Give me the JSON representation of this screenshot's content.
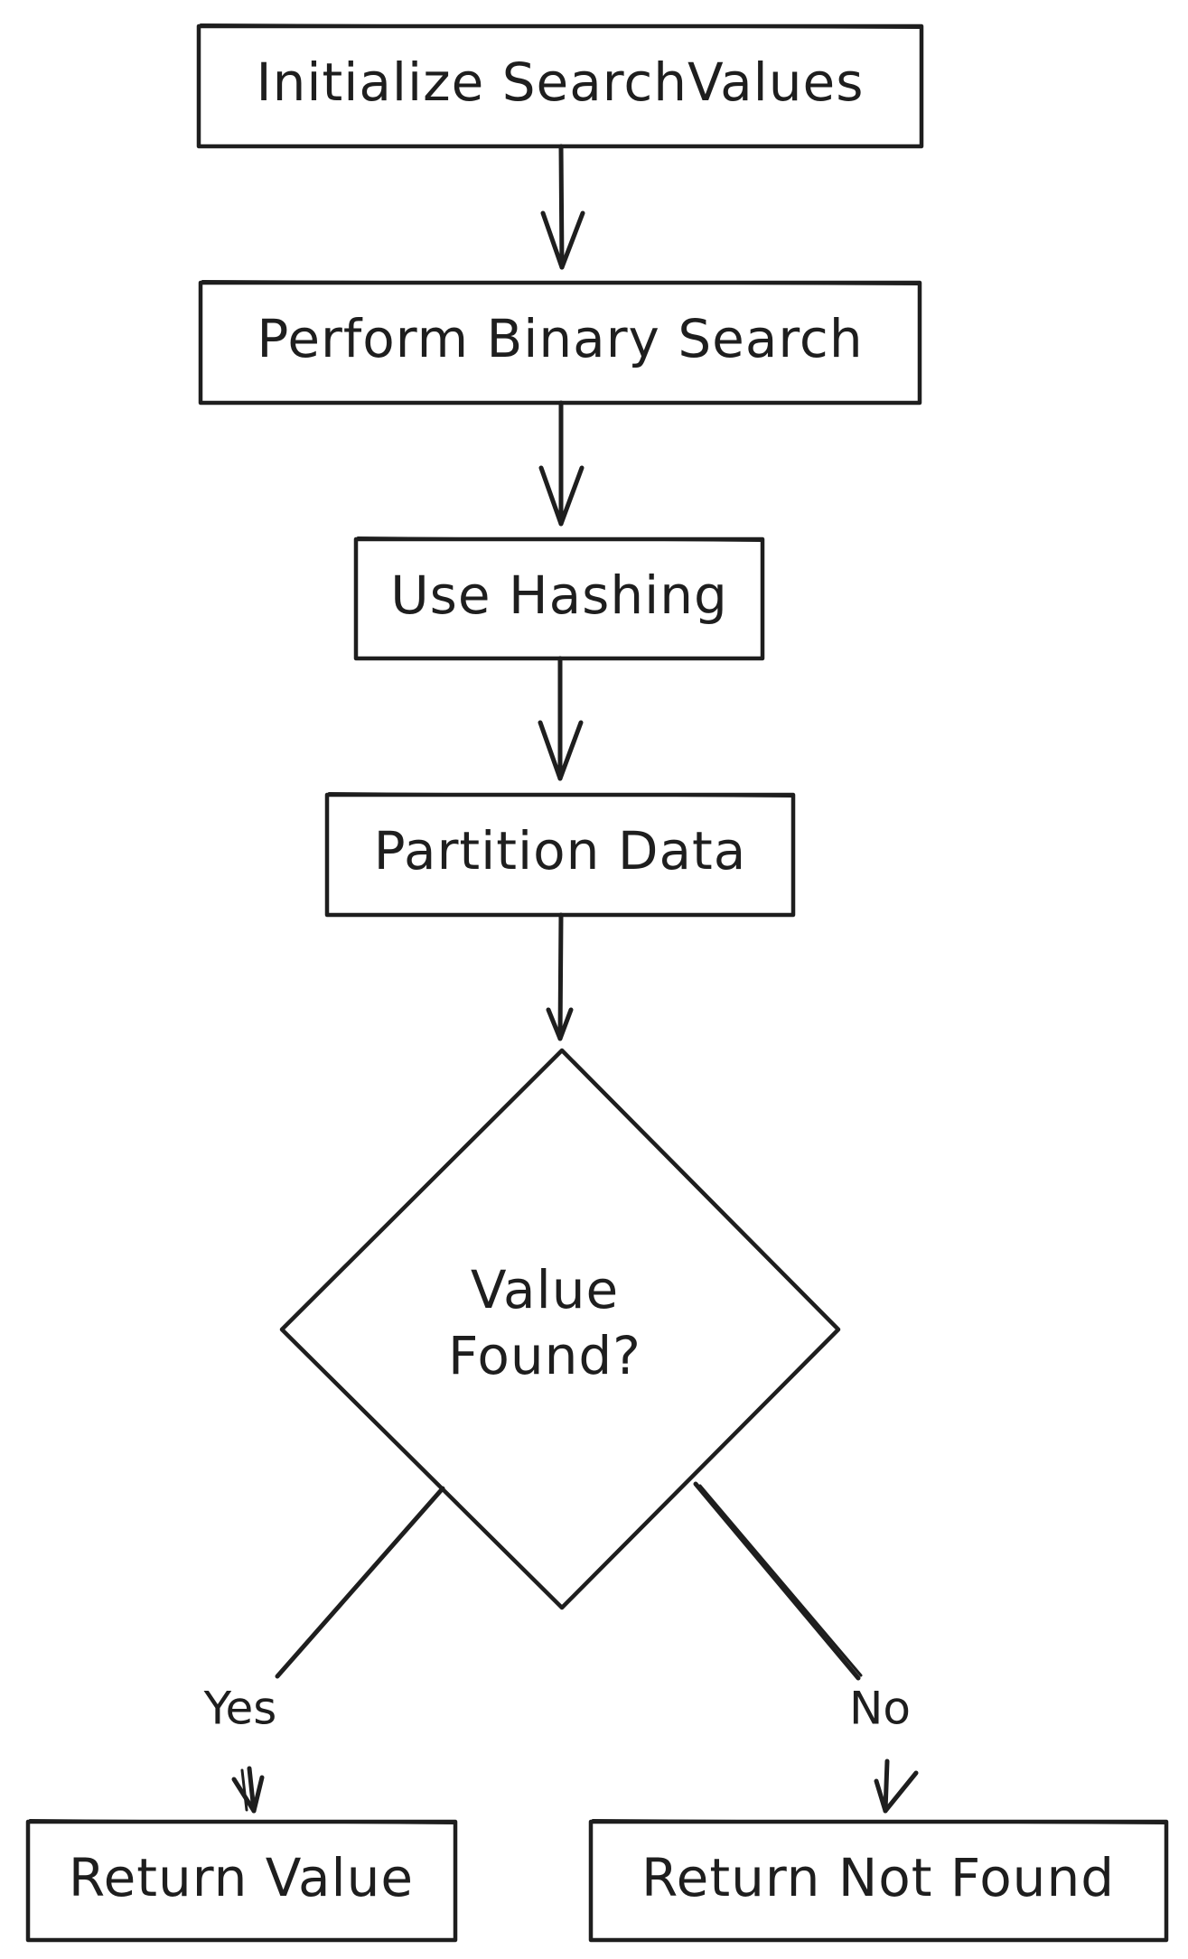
{
  "nodes": {
    "init": {
      "label": "Initialize SearchValues"
    },
    "binary_search": {
      "label": "Perform Binary Search"
    },
    "hashing": {
      "label": "Use Hashing"
    },
    "partition": {
      "label": "Partition Data"
    },
    "decision": {
      "line1": "Value",
      "line2": "Found?"
    },
    "return_value": {
      "label": "Return Value"
    },
    "return_not_found": {
      "label": "Return Not Found"
    }
  },
  "edges": {
    "yes_label": "Yes",
    "no_label": "No"
  },
  "colors": {
    "stroke": "#1e1e1e",
    "background": "#ffffff"
  }
}
